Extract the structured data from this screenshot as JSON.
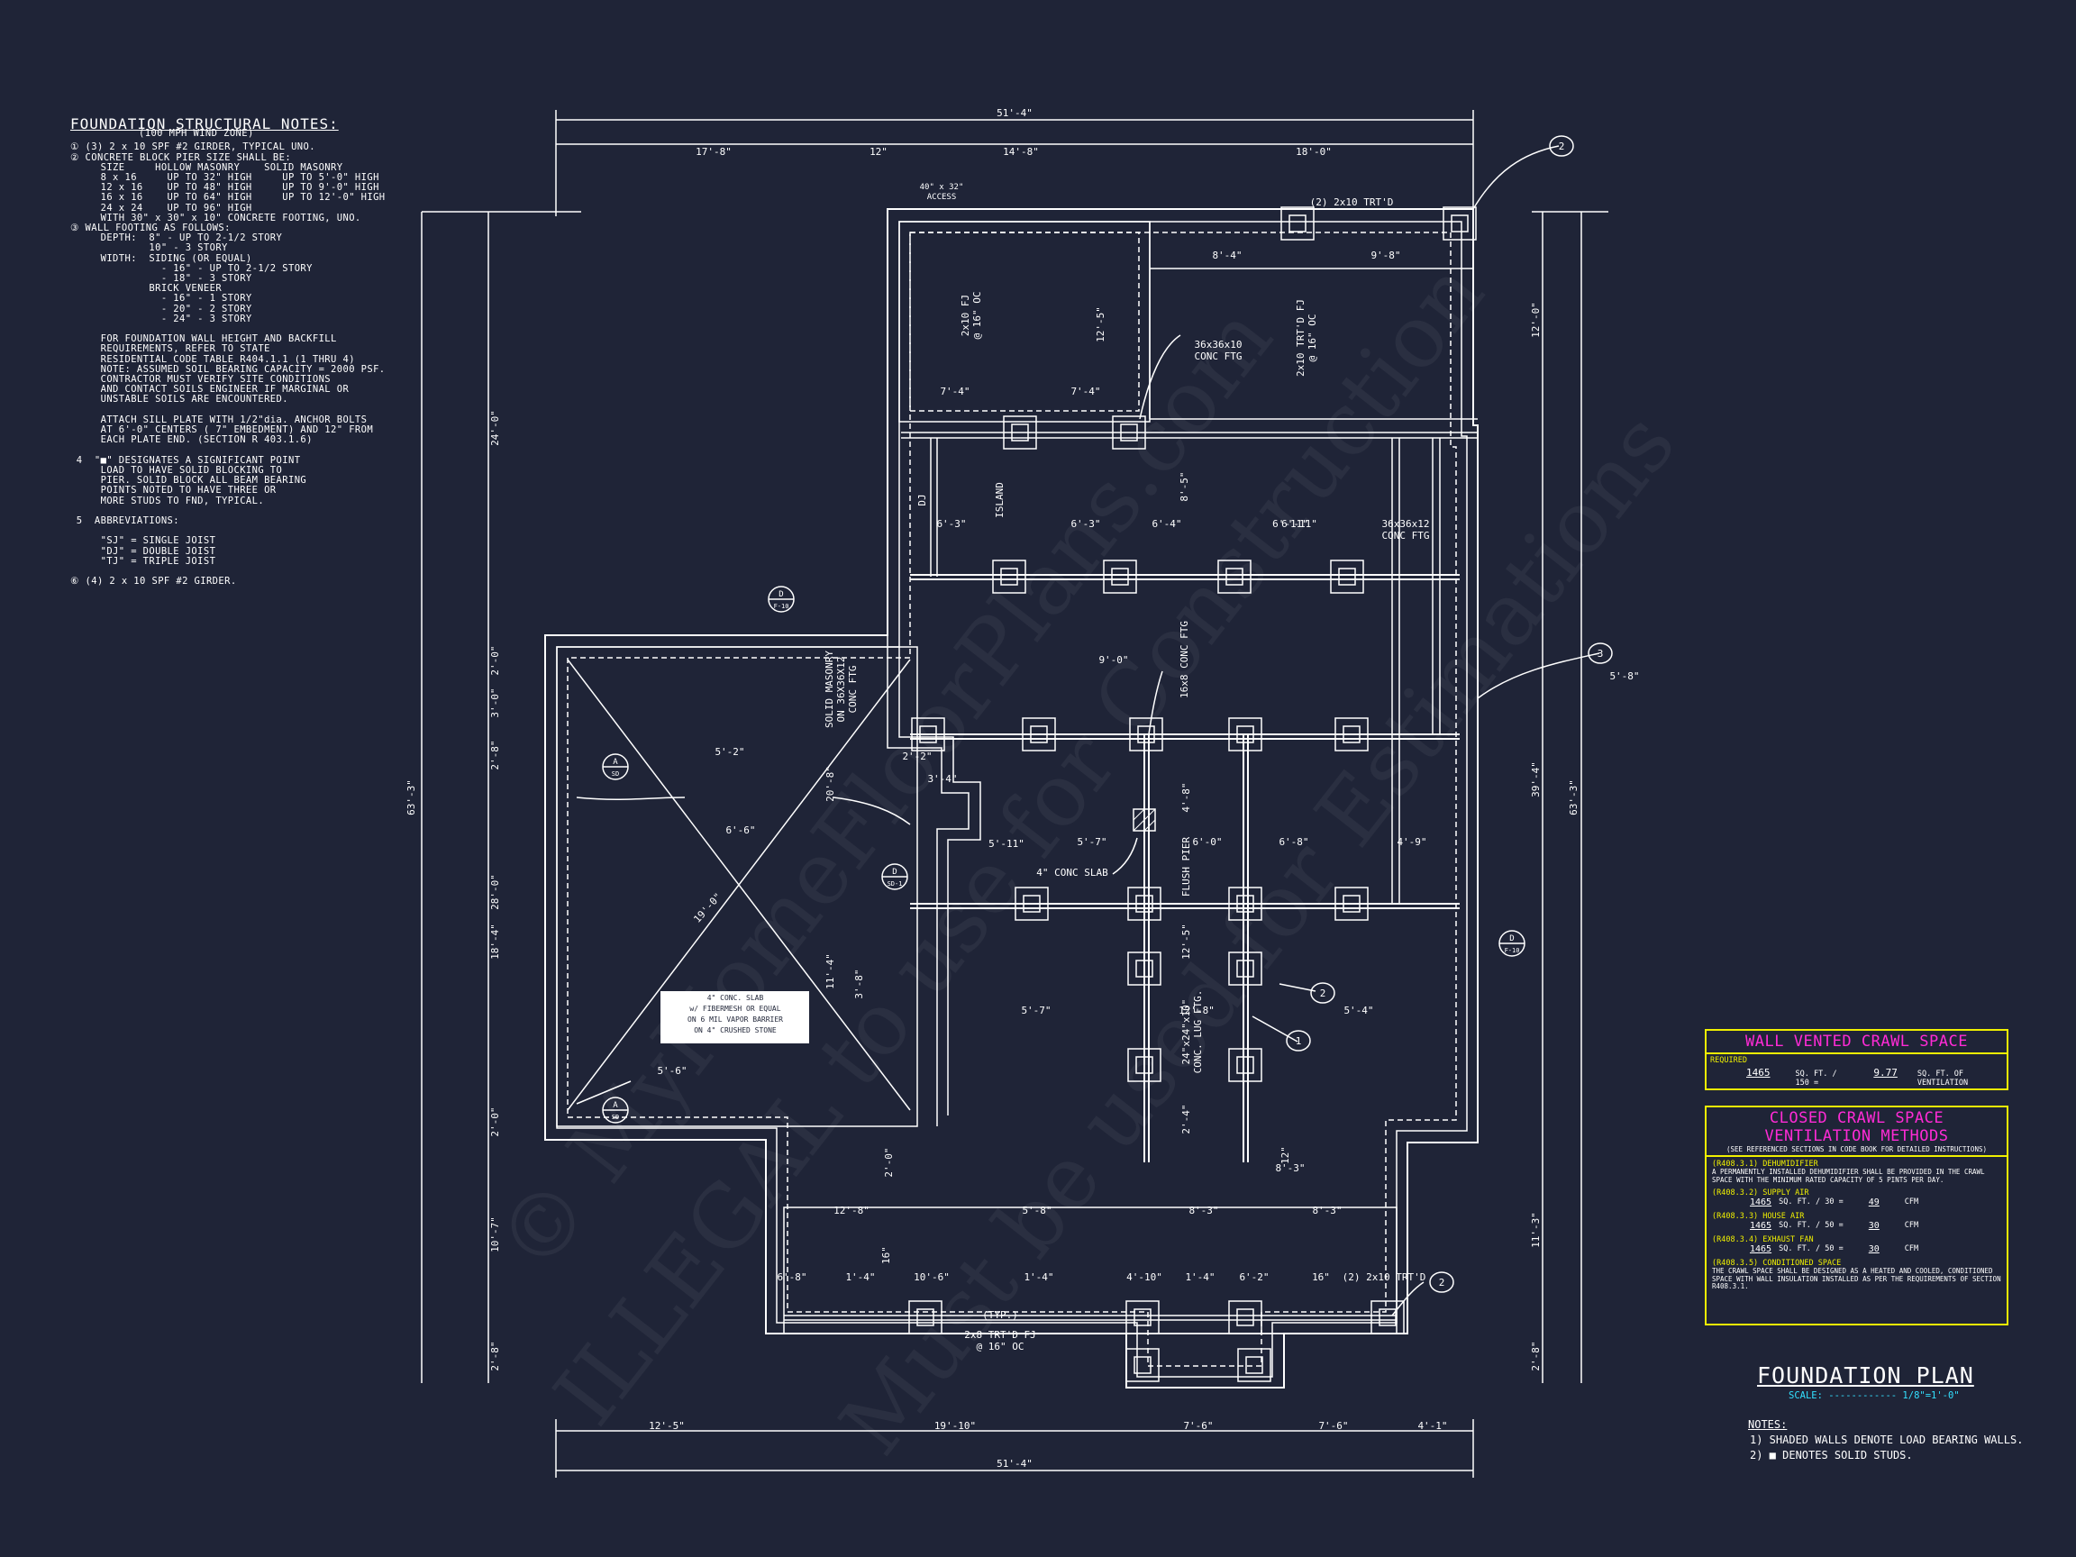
{
  "colors": {
    "background": "#1f2437",
    "linework": "#ffffff",
    "yellow": "#f0f000",
    "magenta": "#ff2bd6",
    "cyan": "#33e0ff"
  },
  "structural_notes": {
    "title": "FOUNDATION STRUCTURAL NOTES:",
    "subtitle": "(100 MPH WIND ZONE)",
    "lines": [
      "① (3) 2 x 10 SPF #2 GIRDER, TYPICAL UNO.",
      "② CONCRETE BLOCK PIER SIZE SHALL BE:",
      "     SIZE     HOLLOW MASONRY    SOLID MASONRY",
      "     8 x 16     UP TO 32\" HIGH     UP TO 5'-0\" HIGH",
      "     12 x 16    UP TO 48\" HIGH     UP TO 9'-0\" HIGH",
      "     16 x 16    UP TO 64\" HIGH     UP TO 12'-0\" HIGH",
      "     24 x 24    UP TO 96\" HIGH",
      "     WITH 30\" x 30\" x 10\" CONCRETE FOOTING, UNO.",
      "③ WALL FOOTING AS FOLLOWS:",
      "     DEPTH:  8\" - UP TO 2-1/2 STORY",
      "             10\" - 3 STORY",
      "     WIDTH:  SIDING (OR EQUAL)",
      "               - 16\" - UP TO 2-1/2 STORY",
      "               - 18\" - 3 STORY",
      "             BRICK VENEER",
      "               - 16\" - 1 STORY",
      "               - 20\" - 2 STORY",
      "               - 24\" - 3 STORY",
      "",
      "     FOR FOUNDATION WALL HEIGHT AND BACKFILL",
      "     REQUIREMENTS, REFER TO STATE",
      "     RESIDENTIAL CODE TABLE R404.1.1 (1 THRU 4)",
      "     NOTE: ASSUMED SOIL BEARING CAPACITY = 2000 PSF.",
      "     CONTRACTOR MUST VERIFY SITE CONDITIONS",
      "     AND CONTACT SOILS ENGINEER IF MARGINAL OR",
      "     UNSTABLE SOILS ARE ENCOUNTERED.",
      "",
      "     ATTACH SILL PLATE WITH 1/2\"dia. ANCHOR BOLTS",
      "     AT 6'-0\" CENTERS ( 7\" EMBEDMENT) AND 12\" FROM",
      "     EACH PLATE END. (SECTION R 403.1.6)",
      "",
      " 4  \"■\" DESIGNATES A SIGNIFICANT POINT",
      "     LOAD TO HAVE SOLID BLOCKING TO",
      "     PIER. SOLID BLOCK ALL BEAM BEARING",
      "     POINTS NOTED TO HAVE THREE OR",
      "     MORE STUDS TO FND, TYPICAL.",
      "",
      " 5  ABBREVIATIONS:",
      "",
      "     \"SJ\" = SINGLE JOIST",
      "     \"DJ\" = DOUBLE JOIST",
      "     \"TJ\" = TRIPLE JOIST",
      "",
      "⑥ (4) 2 x 10 SPF #2 GIRDER."
    ]
  },
  "plan": {
    "overall_top": "51'-4\"",
    "overall_bottom": "51'-4\"",
    "top_dims": [
      "17'-8\"",
      "12\"",
      "14'-8\"",
      "18'-0\""
    ],
    "bottom_dims": [
      "12'-5\"",
      "19'-10\"",
      "7'-6\"",
      "7'-6\"",
      "4'-1\""
    ],
    "left_overall": "63'-3\"",
    "left_dims": [
      "24'-0\"",
      "2'-0\"",
      "3'-0\"",
      "2'-8\"",
      "28'-0\"",
      "18'-4\"",
      "2'-0\"",
      "10'-7\"",
      "2'-8\""
    ],
    "right_overall": "63'-3\"",
    "right_dims": [
      "12'-0\"",
      "39'-4\"",
      "11'-3\"",
      "2'-8\""
    ],
    "access": "40\" x 32\"\nACCESS",
    "labels": [
      "(2) 2x10 TRT'D",
      "8'-4\"",
      "9'-8\"",
      "2x10 FJ\n@ 16\" OC",
      "12'-5\"",
      "7'-4\"",
      "7'-4\"",
      "36x36x10\nCONC FTG",
      "2x10 TRT'D FJ\n@ 16\" OC",
      "DJ",
      "ISLAND",
      "8'-5\"",
      "6'-11\"",
      "6'-3\"",
      "6'-3\"",
      "6'-4\"",
      "6'-11\"",
      "36x36x12\nCONC FTG",
      "9'-0\"",
      "16x8 CONC FTG",
      "5'-8\"",
      "SOLID MASONRY\nON 36X36X12\nCONC FTG",
      "5'-2\"",
      "2'-2\"",
      "3'-4\"",
      "20'-8\"",
      "6'-6\"",
      "5'-11\"",
      "5'-7\"",
      "6'-0\"",
      "6'-8\"",
      "4'-9\"",
      "4'-8\"",
      "FLUSH PIER",
      "4\" CONC SLAB",
      "19'-0\"",
      "11'-4\"",
      "3'-8\"",
      "12'-5\"",
      "5'-7\"",
      "12'-8\"",
      "5'-4\"",
      "24\"x24\"x10\"\nCONC. LUG FTG.",
      "5'-6\"",
      "2'-4\"",
      "2'-0\"",
      "12\"",
      "8'-3\"",
      "12'-8\"",
      "5'-8\"",
      "8'-3\"",
      "8'-3\"",
      "16\"",
      "6'-8\"",
      "1'-4\"",
      "10'-6\"",
      "1'-4\"",
      "4'-10\"",
      "1'-4\"",
      "6'-2\"",
      "16\"",
      "(2) 2x10 TRT'D",
      "(TYP.)",
      "2x8 TRT'D FJ\n@ 16\" OC"
    ],
    "slab_note": "4\" CONC. SLAB\nw/ FIBERMESH OR EQUAL\nON 6 MIL VAPOR BARRIER\nON 4\" CRUSHED STONE",
    "callouts": [
      "2",
      "2",
      "3",
      "2",
      "1",
      "2"
    ],
    "section_marks": [
      {
        "letter": "D",
        "ref": "F-10"
      },
      {
        "letter": "A",
        "ref": "SD"
      },
      {
        "letter": "D",
        "ref": "SD-1"
      },
      {
        "letter": "A",
        "ref": "SD"
      },
      {
        "letter": "D",
        "ref": "F-10"
      }
    ]
  },
  "wall_vented": {
    "title": "WALL VENTED CRAWL SPACE",
    "required": "REQUIRED",
    "value1": "1465",
    "unit1": "SQ. FT. / 150 =",
    "value2": "9.77",
    "unit2": "SQ. FT. OF VENTILATION"
  },
  "closed_crawl": {
    "title1": "CLOSED CRAWL SPACE",
    "title2": "VENTILATION METHODS",
    "subtitle": "(SEE REFERENCED SECTIONS IN CODE BOOK FOR DETAILED INSTRUCTIONS)",
    "dehum_h": "(R408.3.1) DEHUMIDIFIER",
    "dehum_t": "A PERMANENTLY INSTALLED DEHUMIDIFIER SHALL BE PROVIDED IN THE CRAWL SPACE WITH THE MINIMUM RATED CAPACITY OF 5 PINTS PER DAY.",
    "supply_h": "(R408.3.2) SUPPLY AIR",
    "supply_a": "1465",
    "supply_u": "SQ. FT. / 30 =",
    "supply_b": "49",
    "supply_c": "CFM",
    "house_h": "(R408.3.3) HOUSE AIR",
    "house_a": "1465",
    "house_u": "SQ. FT. / 50 =",
    "house_b": "30",
    "house_c": "CFM",
    "exhaust_h": "(R408.3.4) EXHAUST FAN",
    "exhaust_a": "1465",
    "exhaust_u": "SQ. FT. / 50 =",
    "exhaust_b": "30",
    "exhaust_c": "CFM",
    "cond_h": "(R408.3.5) CONDITIONED SPACE",
    "cond_t": "THE CRAWL SPACE SHALL BE DESIGNED AS A HEATED AND COOLED, CONDITIONED SPACE WITH WALL INSULATION INSTALLED AS PER THE REQUIREMENTS OF SECTION R408.3.1."
  },
  "foundation_plan": {
    "title": "FOUNDATION PLAN",
    "scale": "SCALE: ------------ 1/8\"=1'-0\"",
    "notes_h": "NOTES:",
    "note1": "1) SHADED WALLS DENOTE LOAD BEARING WALLS.",
    "note2": "2) ■ DENOTES SOLID STUDS."
  },
  "watermark": {
    "line1": "© MyHomeFloorPlans.com",
    "line2": "ILLEGAL to use for Construction",
    "line3": "Must be used for Estimations"
  }
}
